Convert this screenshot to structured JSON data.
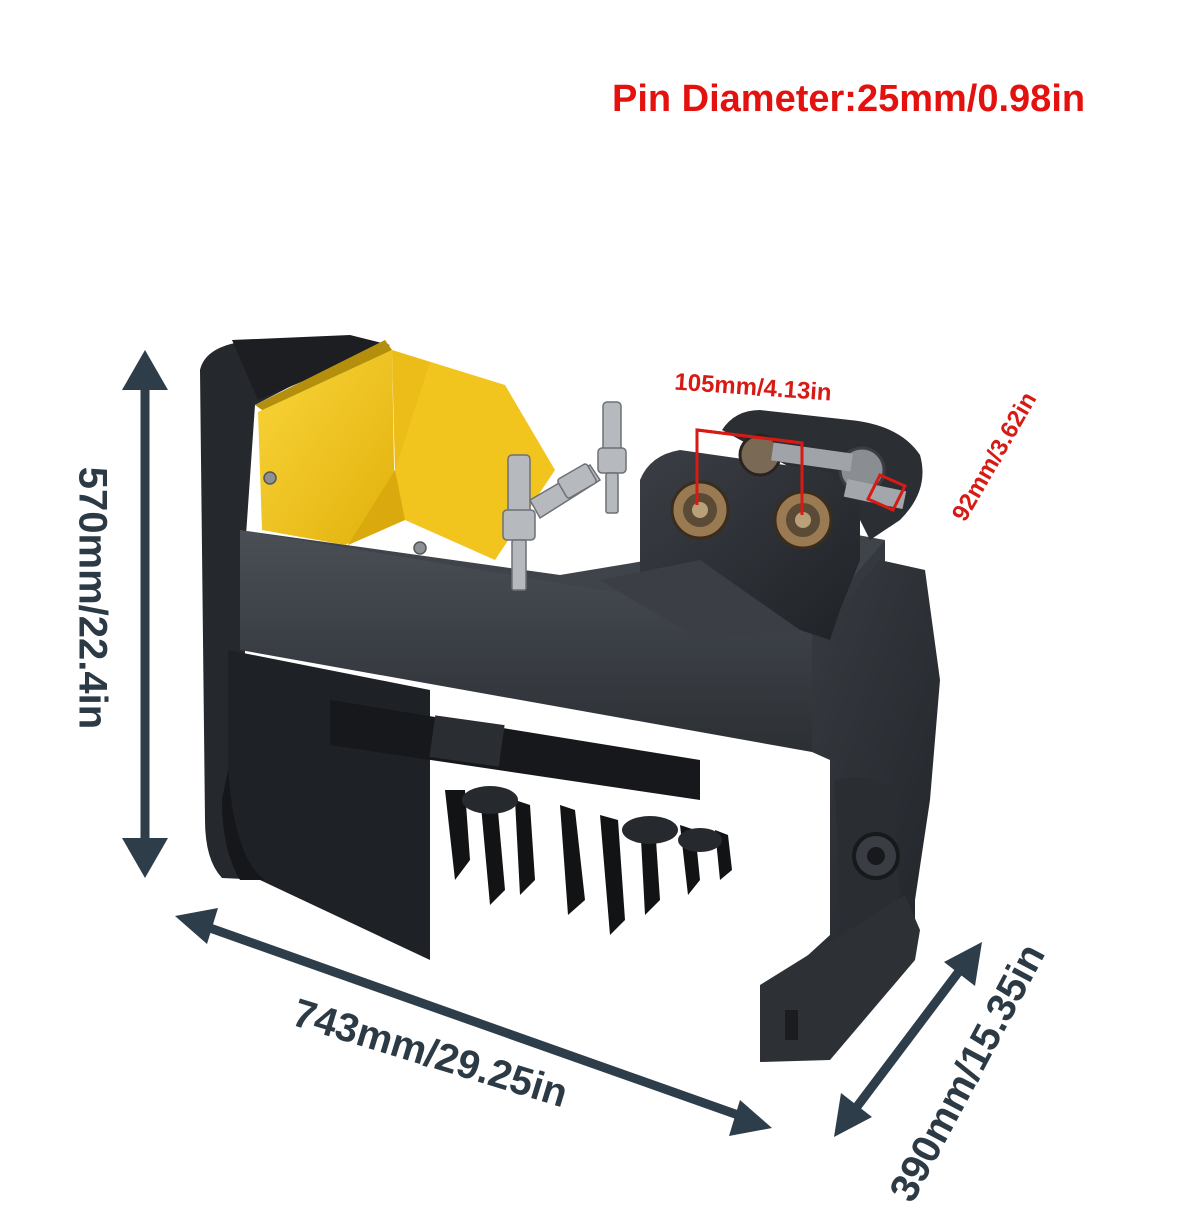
{
  "title": "Pin Diameter:25mm/0.98in",
  "dimensions": {
    "height": "570mm/22.4in",
    "length": "743mm/29.25in",
    "depth": "390mm/15.35in",
    "pin_spacing": "105mm/4.13in",
    "ear_width": "92mm/3.62in"
  },
  "colors": {
    "title": "#e4120f",
    "dimension_text": "#2b3a45",
    "dimension_arrow": "#2e3d4a",
    "callout": "#d81a14",
    "body_steel": "#2b2e33",
    "cover_yellow": "#f5c517"
  }
}
